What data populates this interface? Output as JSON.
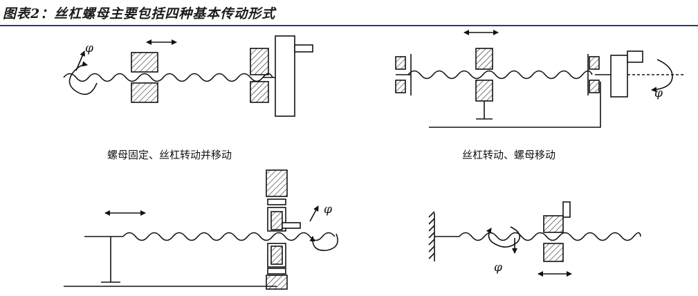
{
  "figure": {
    "title": "图表2：丝杠螺母主要包括四种基本传动形式"
  },
  "diagrams": [
    {
      "caption": "螺母固定、丝杠转动并移动",
      "symbol": "φ"
    },
    {
      "caption": "丝杠转动、螺母移动",
      "symbol": "φ"
    },
    {
      "caption": "",
      "symbol": "φ"
    },
    {
      "caption": "",
      "symbol": "φ"
    }
  ]
}
